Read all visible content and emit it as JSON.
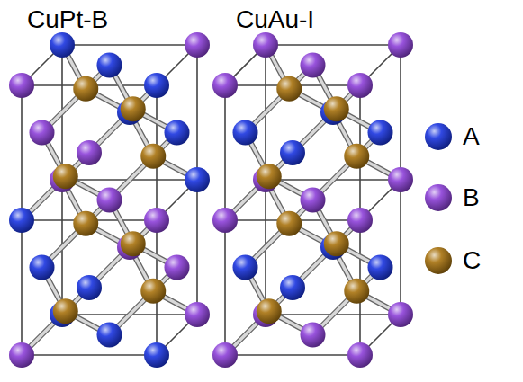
{
  "diagram": {
    "labels": [
      "CuPt-B",
      "CuAu-I"
    ],
    "legend": [
      {
        "text": "A",
        "color": "#1a35e0"
      },
      {
        "text": "B",
        "color": "#8c40d8"
      },
      {
        "text": "C",
        "color": "#a8730f"
      }
    ]
  }
}
